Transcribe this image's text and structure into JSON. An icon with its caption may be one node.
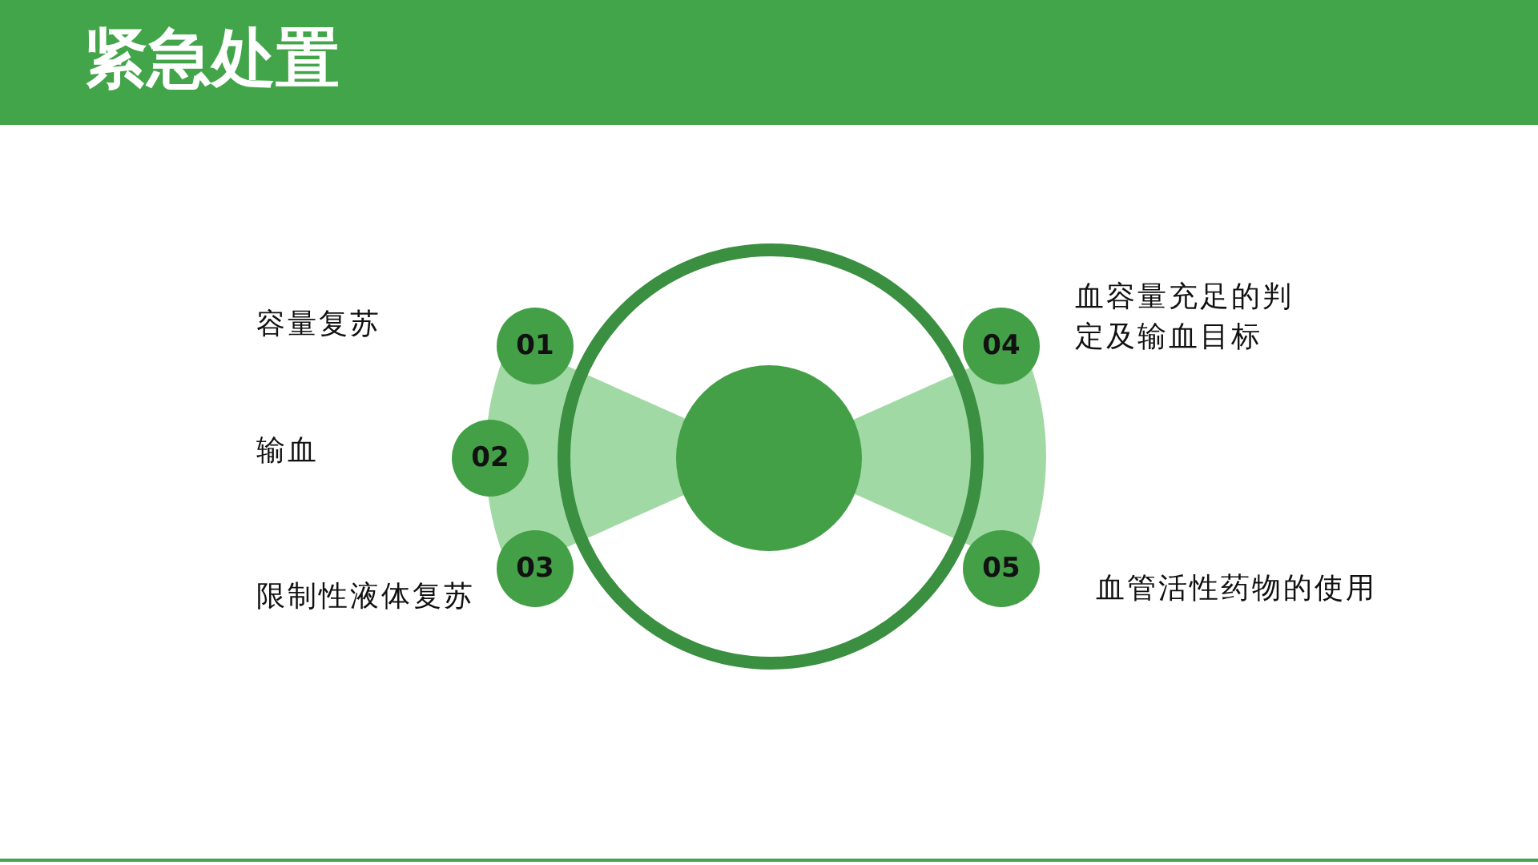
{
  "diagram": {
    "title": "紧急处置",
    "nodes": [
      {
        "text": [
          "01"
        ]
      },
      {
        "text": [
          "02"
        ]
      },
      {
        "text": [
          "03"
        ]
      },
      {
        "text": [
          "04"
        ]
      },
      {
        "text": [
          "05"
        ]
      },
      {
        "text": [],
        "shape": "circle"
      }
    ],
    "labels": [
      "容量复苏",
      "输血",
      "限制性液体复苏",
      "血容量充足的判定及输血目标",
      "血管活性药物的使用"
    ]
  }
}
